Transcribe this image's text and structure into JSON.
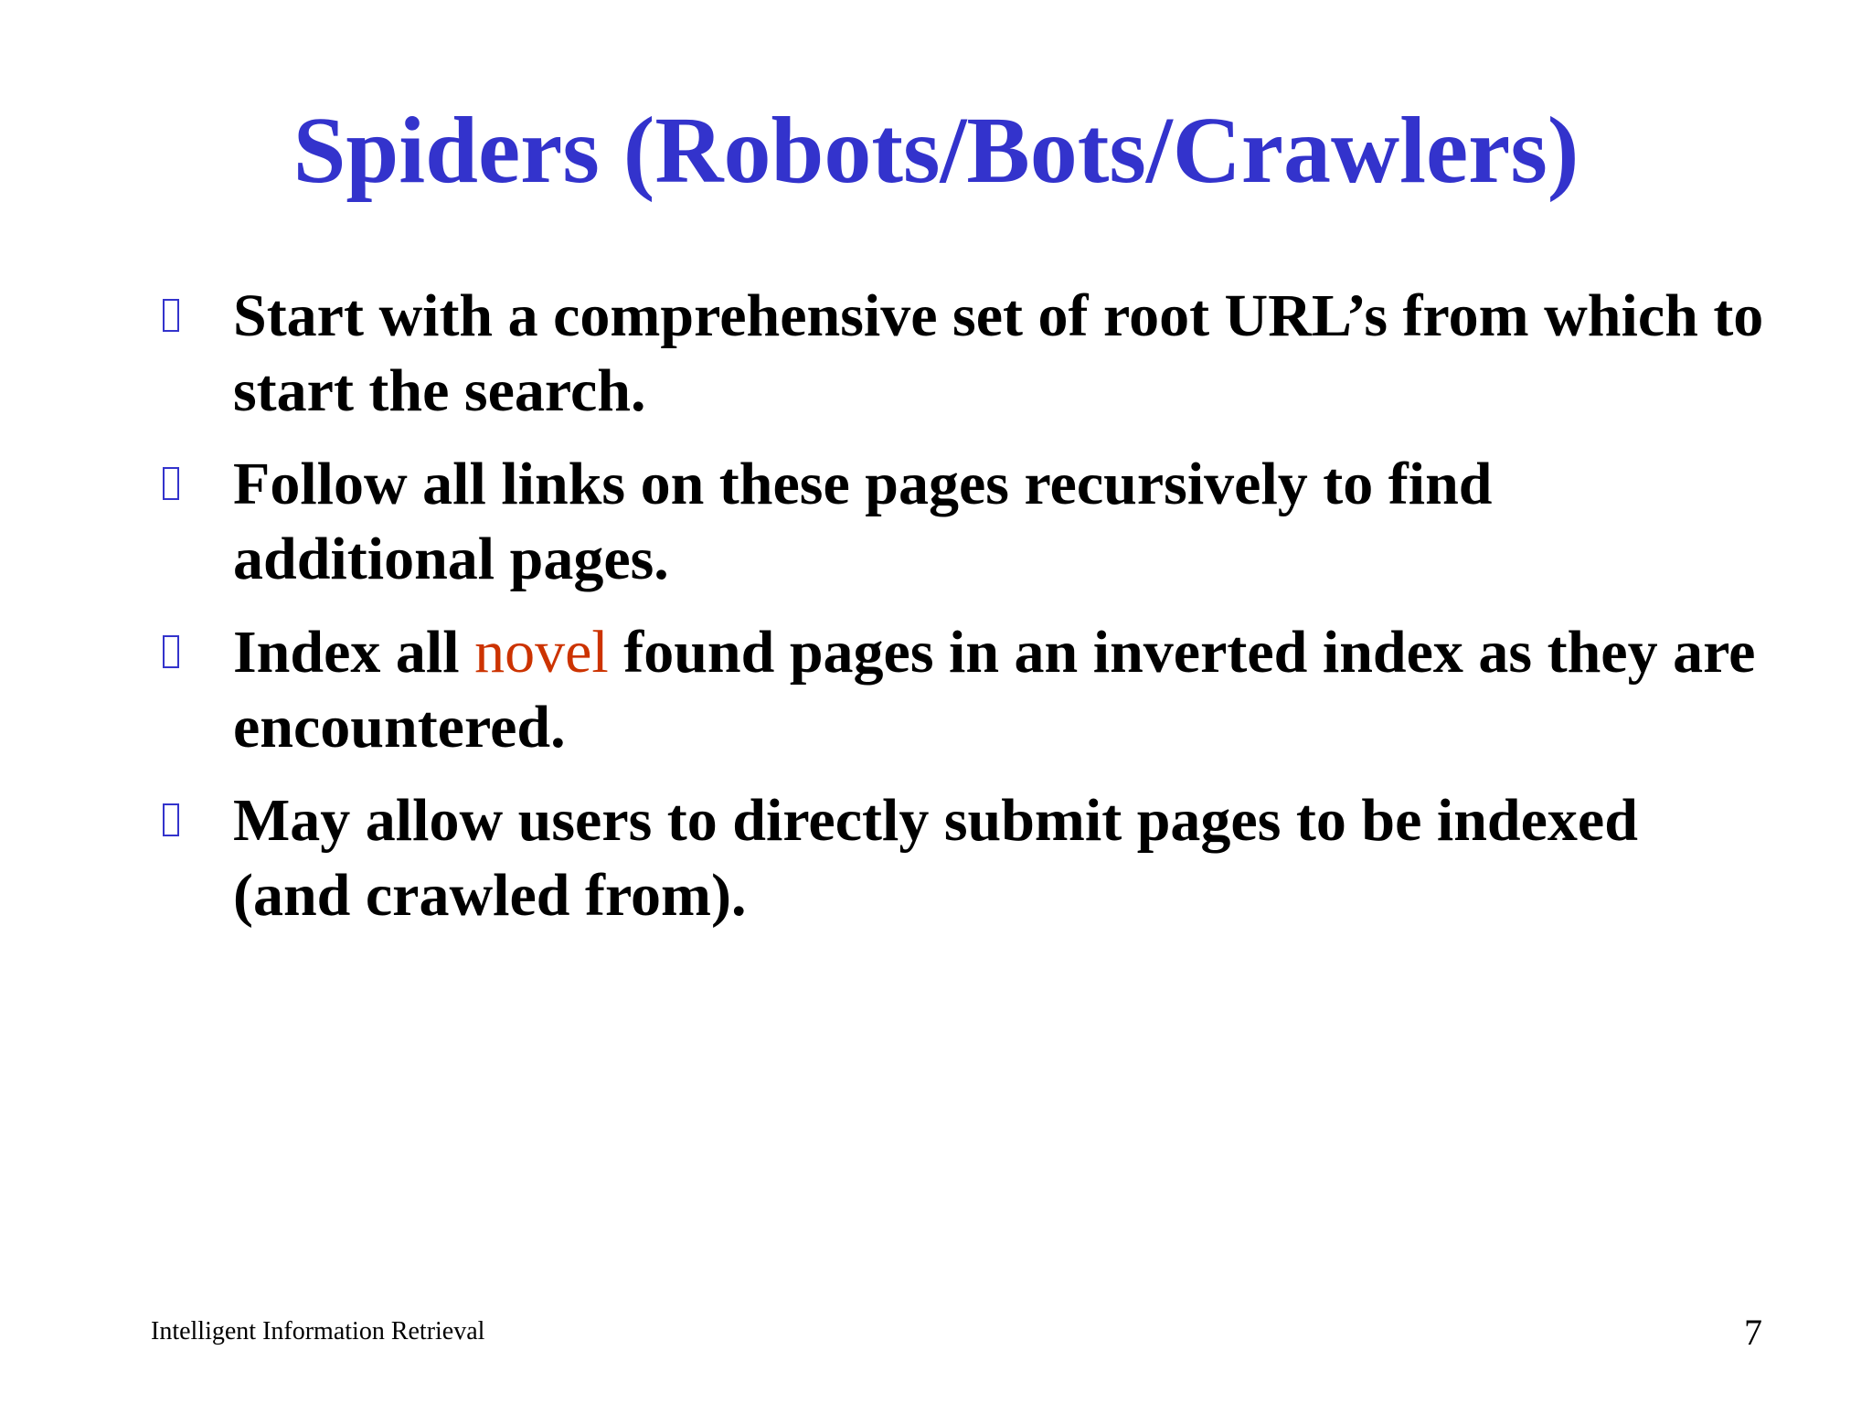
{
  "slide": {
    "title": "Spiders (Robots/Bots/Crawlers)",
    "bullets": [
      {
        "text": "Start with a comprehensive set of root URL’s from which to start the search."
      },
      {
        "text": "Follow all links on these pages recursively to find additional pages."
      },
      {
        "before": "Index all ",
        "highlight": "novel",
        "after": " found pages in an inverted index as they are encountered."
      },
      {
        "text": "May allow users to directly submit pages to be indexed (and crawled from)."
      }
    ],
    "footer": {
      "course": "Intelligent Information Retrieval",
      "page_number": "7"
    },
    "colors": {
      "title": "#3333cc",
      "highlight": "#cc3300",
      "bullet_marker": "#3333cc",
      "text": "#000000"
    },
    "icons": {
      "bullet": "square-bullet-icon"
    }
  }
}
